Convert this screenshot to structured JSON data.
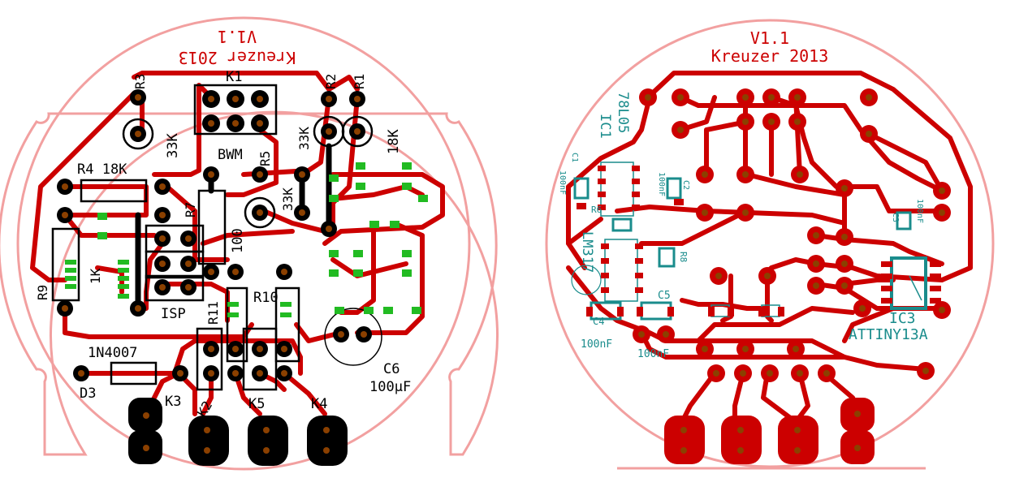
{
  "left_board": {
    "version": "V1.1",
    "author": "Kreuzer 2013",
    "labels": {
      "r3": "R3",
      "k1": "K1",
      "r2": "R2",
      "r1": "R1",
      "r3_value": "33K",
      "r2_value": "33K",
      "r1_value": "18K",
      "bwm": "BWM",
      "r5": "R5",
      "r4": "R4 18K",
      "r5_value": "33K",
      "r7": "R7",
      "r7_value": "100",
      "r9": "R9",
      "r9_value": "1K",
      "isp": "ISP",
      "r11": "R11",
      "r10": "R10",
      "diode_value": "1N4007",
      "d3": "D3",
      "c6": "C6",
      "c6_value": "100µF",
      "k3": "K3",
      "k2": "K2",
      "k5": "K5",
      "k4": "K4"
    }
  },
  "right_board": {
    "version": "V1.1",
    "author": "Kreuzer 2013",
    "labels": {
      "ic1_part": "78L05",
      "ic1": "IC1",
      "c1": "C1",
      "c1_value": "100nF",
      "c2": "C2",
      "c2_value": "100nF",
      "r6": "R6",
      "r8": "R8",
      "lm317": "LM317",
      "c4": "C4",
      "c4_value": "100nF",
      "c5": "C5",
      "c5_value": "100nF",
      "c3": "C3",
      "c3_value": "100nF",
      "ic3": "IC3",
      "ic3_part": "ATTINY13A"
    }
  },
  "colors": {
    "outline": "#f2a0a0",
    "copper": "#cc0000",
    "silk": "#000000",
    "via": "#22bb22",
    "pad_drill": "#8b4000",
    "right_silk": "#1a8c8c"
  }
}
